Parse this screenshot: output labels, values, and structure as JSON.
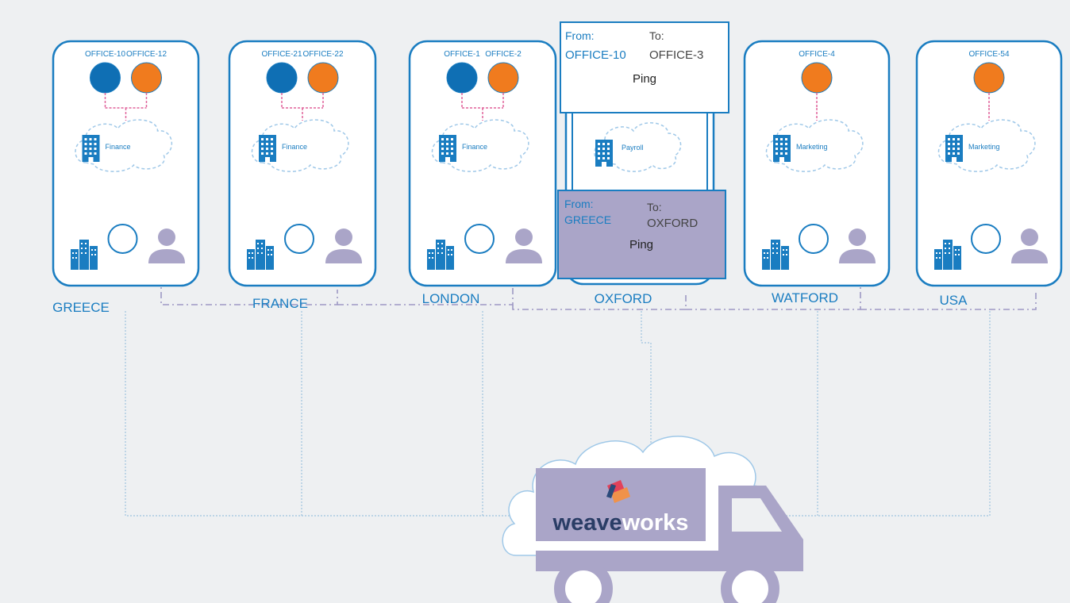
{
  "sites": [
    {
      "name": "GREECE",
      "offices": [
        {
          "label": "OFFICE-10",
          "color": "#0f6fb4"
        },
        {
          "label": "OFFICE-12",
          "color": "#f07b1e"
        }
      ],
      "network": "Finance"
    },
    {
      "name": "FRANCE",
      "offices": [
        {
          "label": "OFFICE-21",
          "color": "#0f6fb4"
        },
        {
          "label": "OFFICE-22",
          "color": "#f07b1e"
        }
      ],
      "network": "Finance"
    },
    {
      "name": "LONDON",
      "offices": [
        {
          "label": "OFFICE-1",
          "color": "#0f6fb4"
        },
        {
          "label": "OFFICE-2",
          "color": "#f07b1e"
        }
      ],
      "network": "Finance"
    },
    {
      "name": "OXFORD",
      "offices": [],
      "network": "Payroll"
    },
    {
      "name": "WATFORD",
      "offices": [
        {
          "label": "OFFICE-4",
          "color": "#f07b1e"
        }
      ],
      "network": "Marketing"
    },
    {
      "name": "USA",
      "offices": [
        {
          "label": "OFFICE-54",
          "color": "#f07b1e"
        }
      ],
      "network": "Marketing"
    }
  ],
  "packet_inner": {
    "from_label": "From:",
    "to_label": "To:",
    "from_value": "OFFICE-10",
    "to_value": "OFFICE-3",
    "action": "Ping"
  },
  "packet_outer": {
    "from_label": "From:",
    "to_label": "To:",
    "from_value": "GREECE",
    "to_value": "OXFORD",
    "action": "Ping"
  },
  "transport": {
    "brand_prefix": "weave",
    "brand_suffix": "works"
  },
  "colors": {
    "accent_blue": "#1a7dc1",
    "office_blue": "#0f6fb4",
    "office_orange": "#f07b1e",
    "purple": "#aaa5c8",
    "pink_link": "#e0629a"
  }
}
